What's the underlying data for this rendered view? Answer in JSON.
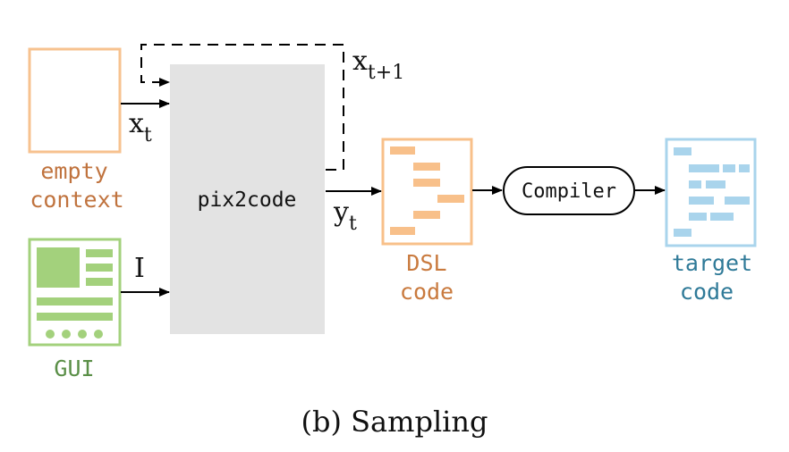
{
  "labels": {
    "empty_context_line1": "empty",
    "empty_context_line2": "context",
    "gui": "GUI",
    "model": "pix2code",
    "dsl_line1": "DSL",
    "dsl_line2": "code",
    "compiler": "Compiler",
    "target_line1": "target",
    "target_line2": "code",
    "x_t_base": "x",
    "x_t_sub": "t",
    "x_t1_base": "x",
    "x_t1_sub": "t+1",
    "input_I": "I",
    "y_t_base": "y",
    "y_t_sub": "t",
    "caption": "(b) Sampling"
  },
  "colors": {
    "empty_context": "#f7c28f",
    "empty_context_text": "#c0733e",
    "gui": "#a3d17c",
    "gui_text": "#5a8f47",
    "model_fill": "#e3e3e3",
    "dsl": "#f8c08a",
    "dsl_text": "#c97a3e",
    "target": "#a9d4ec",
    "target_text": "#2f7a98",
    "arrow": "#000000"
  }
}
